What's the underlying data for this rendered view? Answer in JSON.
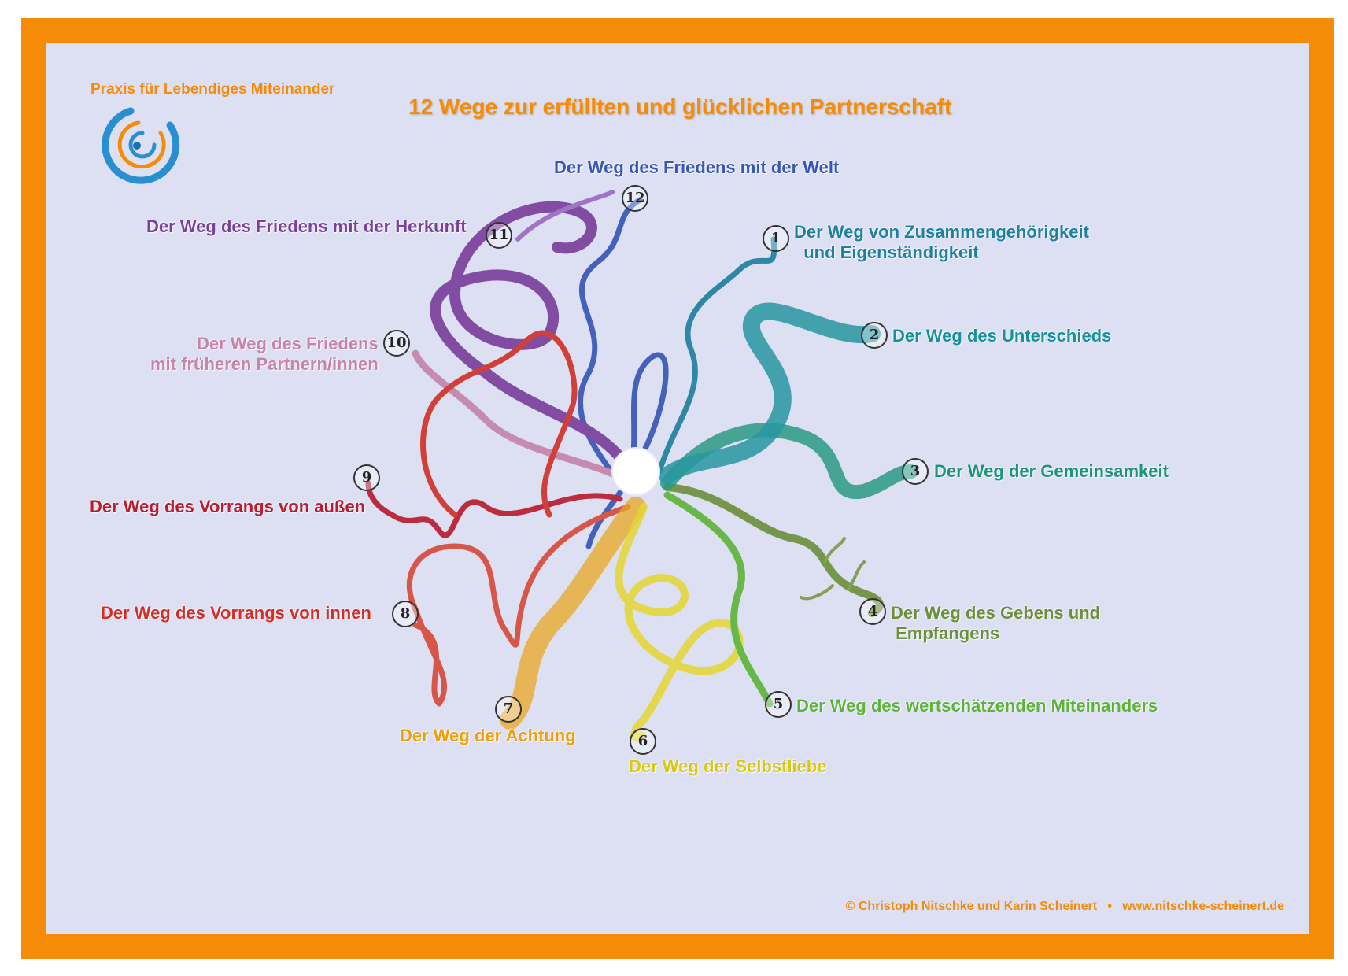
{
  "brand": "Praxis für Lebendiges Miteinander",
  "title": "12 Wege zur erfüllten und glücklichen Partnerschaft",
  "footer": "© Christoph Nitschke und Karin Scheinert   •   www.nitschke-scheinert.de",
  "colors": {
    "frame": "#f68b08",
    "panel": "#dde0f3"
  },
  "paths": [
    {
      "n": "1",
      "label": "Der Weg von Zusammengehörigkeit\n  und Eigenständigkeit",
      "color": "#1f7f9e"
    },
    {
      "n": "2",
      "label": "Der Weg des Unterschieds",
      "color": "#17909a"
    },
    {
      "n": "3",
      "label": "Der Weg der Gemeinsamkeit",
      "color": "#1b9479"
    },
    {
      "n": "4",
      "label": "Der Weg des Gebens und\n Empfangens",
      "color": "#6c8f3c"
    },
    {
      "n": "5",
      "label": "Der Weg des wertschätzenden Miteinanders",
      "color": "#5db33a"
    },
    {
      "n": "6",
      "label": "Der Weg der Selbstliebe",
      "color": "#d8c80e"
    },
    {
      "n": "7",
      "label": "Der Weg der Achtung",
      "color": "#e9a20f"
    },
    {
      "n": "8",
      "label": "Der Weg des Vorrangs von innen",
      "color": "#d03028"
    },
    {
      "n": "9",
      "label": "Der Weg des Vorrangs von außen",
      "color": "#b81c2e"
    },
    {
      "n": "10",
      "label": "Der Weg des Friedens\nmit früheren Partnern/innen",
      "color": "#c584aa"
    },
    {
      "n": "11",
      "label": "Der Weg des Friedens mit der Herkunft",
      "color": "#7a3f9a"
    },
    {
      "n": "12",
      "label": "Der Weg des Friedens mit der Welt",
      "color": "#3856b4"
    }
  ]
}
